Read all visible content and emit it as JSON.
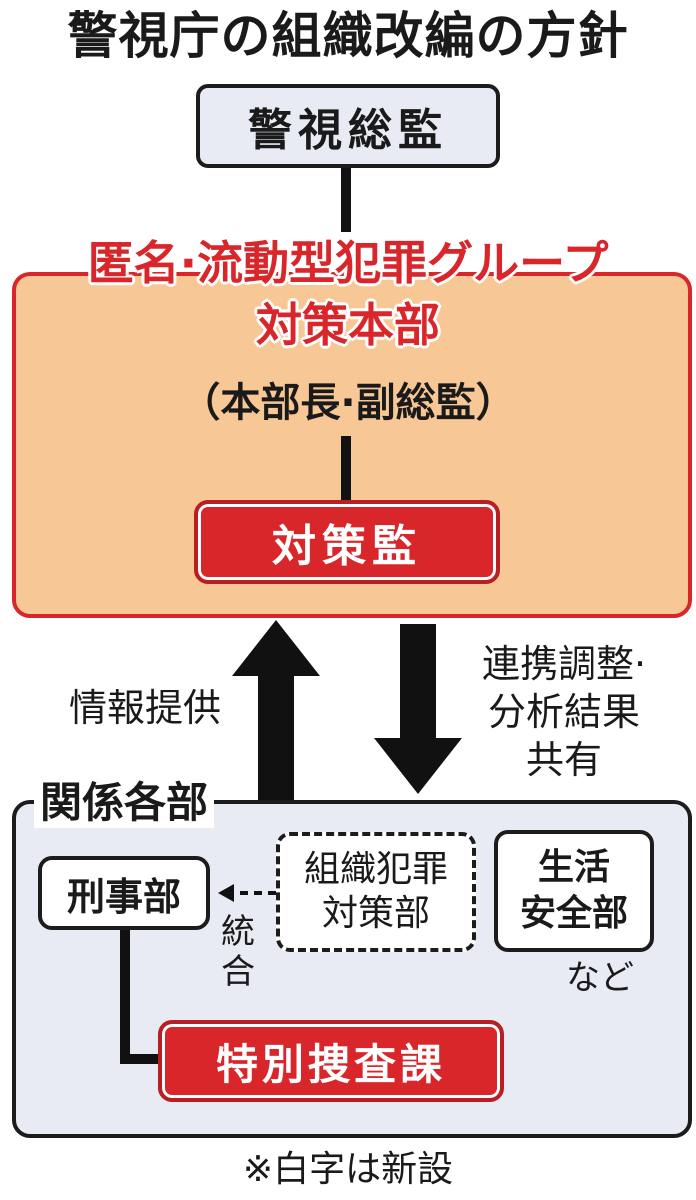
{
  "title": "警視庁の組織改編の方針",
  "top": {
    "label": "警視総監"
  },
  "hq": {
    "name_line1": "匿名·流動型犯罪グループ",
    "name_line2": "対策本部",
    "chief": "（本部長·副総監）",
    "sub": "対策監"
  },
  "arrows": {
    "up_label": "情報提供",
    "down_label_1": "連携調整·",
    "down_label_2": "分析結果",
    "down_label_3": "共有"
  },
  "depts": {
    "label": "関係各部",
    "keiji": "刑事部",
    "soshiki_1": "組織犯罪",
    "soshiki_2": "対策部",
    "merge_1": "統",
    "merge_2": "合",
    "seikatsu_1": "生活",
    "seikatsu_2": "安全部",
    "etc": "など",
    "tokubetsu": "特別捜査課"
  },
  "note": "※白字は新設",
  "colors": {
    "red": "#d9262a",
    "orange": "#f7c796",
    "gray": "#e8ebf3",
    "dark": "#1c1c1c"
  }
}
